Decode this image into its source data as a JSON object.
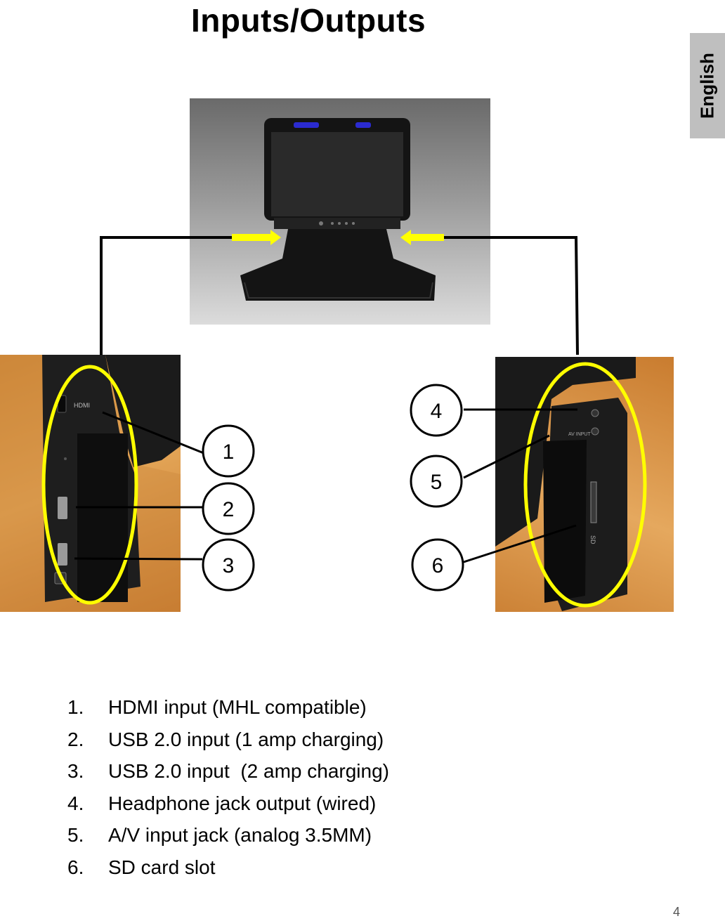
{
  "page": {
    "title": "Inputs/Outputs",
    "language_tab": "English",
    "page_number": "4"
  },
  "callouts": [
    "1",
    "2",
    "3",
    "4",
    "5",
    "6"
  ],
  "port_list": [
    {
      "number": "1.",
      "text": "HDMI input (MHL compatible)"
    },
    {
      "number": "2.",
      "text": "USB 2.0 input (1 amp charging)"
    },
    {
      "number": "3.",
      "text": "USB 2.0 input  (2 amp charging)"
    },
    {
      "number": "4.",
      "text": "Headphone jack output (wired)"
    },
    {
      "number": "5.",
      "text": "A/V input jack (analog 3.5MM)"
    },
    {
      "number": "6.",
      "text": "SD card slot"
    }
  ],
  "device_labels": {
    "hdmi": "HDMI",
    "av_input": "AV INPUT",
    "sd": "SD"
  },
  "colors": {
    "highlight": "#ffff00",
    "device_body": "#1a1a1a",
    "tab_background": "#bfbfbf"
  }
}
